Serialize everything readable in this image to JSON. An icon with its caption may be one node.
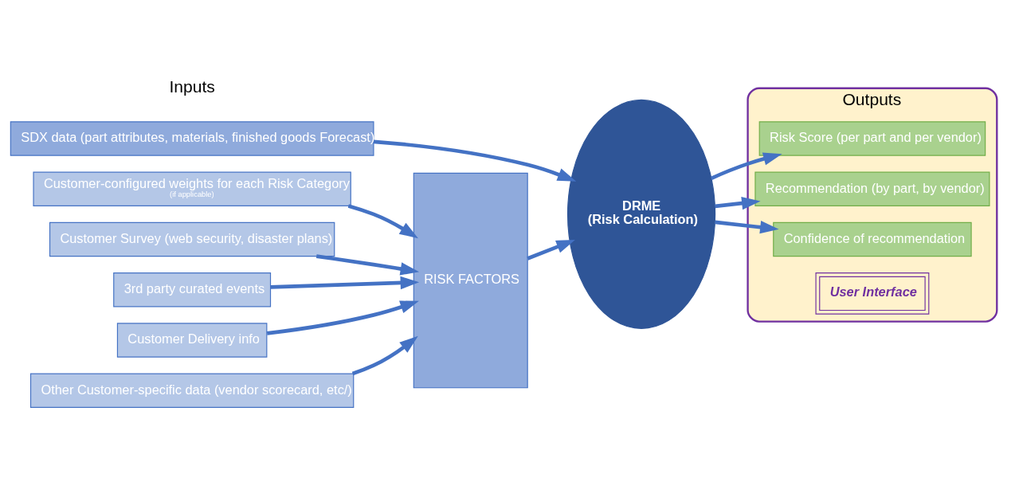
{
  "diagram": {
    "nodes": [
      {
        "text": [
          "Customer-configured weights for each Risk Category",
          "(if applicable)"
        ]
      },
      {
        "text": [
          "Customer Survey (web security, disaster plans)"
        ]
      },
      {
        "text": [
          "3rd party curated events"
        ]
      },
      {
        "text": [
          "Customer Delivery info"
        ]
      },
      {
        "text": [
          "Other Customer-specific data (vendor scorecard, etc/)"
        ]
      },
      {
        "text": [
          "RISK FACTORS"
        ]
      },
      {
        "text": [
          "SDX data (part attributes, materials, finished goods Forecast)"
        ]
      },
      {
        "text": [
          "DRME",
          "(Risk Calculation)"
        ]
      },
      {
        "text": [
          "Outputs"
        ]
      },
      {
        "text": [
          "Risk Score (per part and per vendor)"
        ],
        "in": 8
      },
      {
        "text": [
          "Recommendation (by part, by vendor)"
        ],
        "in": 8
      },
      {
        "text": [
          "Confidence of recommendation"
        ],
        "in": 8
      },
      {
        "text": [
          "User Interface"
        ],
        "in": 8
      }
    ],
    "edges": [
      {
        "from": 0,
        "to": 5,
        "arrow": "to"
      },
      {
        "from": 1,
        "to": 5,
        "arrow": "to"
      },
      {
        "from": 2,
        "to": 5,
        "arrow": "to"
      },
      {
        "from": 3,
        "to": 5,
        "arrow": "to"
      },
      {
        "from": 4,
        "to": 5,
        "arrow": "to"
      },
      {
        "from": 5,
        "to": 7,
        "arrow": "to"
      },
      {
        "from": 6,
        "to": 7,
        "arrow": "to"
      },
      {
        "from": 7,
        "to": 9,
        "arrow": "to"
      },
      {
        "from": 7,
        "to": 10,
        "arrow": "to"
      },
      {
        "from": 7,
        "to": 11,
        "arrow": "to"
      }
    ],
    "labels": [
      "Inputs"
    ]
  }
}
